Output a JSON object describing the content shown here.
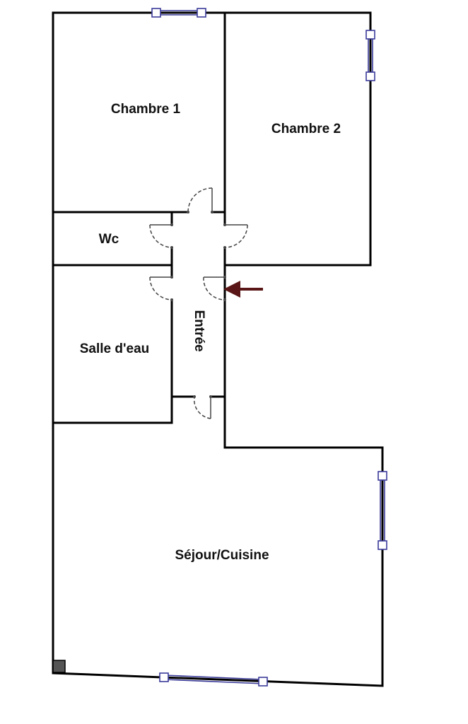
{
  "rooms": [
    {
      "label": "Chambre 1"
    },
    {
      "label": "Chambre 2"
    },
    {
      "label": "Wc"
    },
    {
      "label": "Salle d'eau"
    },
    {
      "label": "Entrée"
    },
    {
      "label": "Séjour/Cuisine"
    }
  ],
  "colors": {
    "wall": "#000000",
    "window": "#3a3a9a",
    "door_arc": "#444444",
    "entry_arrow": "#5a1616",
    "text": "#111111",
    "corner_marker": "#555555"
  }
}
